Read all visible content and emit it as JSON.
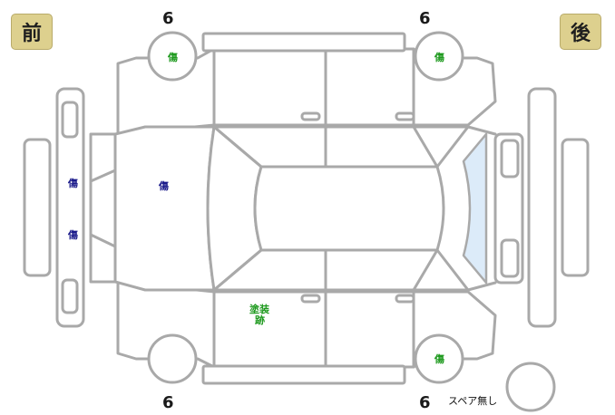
{
  "labels": {
    "front": "前",
    "rear": "後"
  },
  "tread_depth": {
    "front_left": "6",
    "front_right": "6",
    "rear_left": "6",
    "rear_right": "6"
  },
  "damage_marks": {
    "wheel_top_left": "傷",
    "wheel_top_right": "傷",
    "wheel_bottom_right": "傷",
    "front_bumper_upper": "傷",
    "front_bumper_lower": "傷",
    "hood": "傷",
    "rear_left_door_line1": "塗装",
    "rear_left_door_line2": "跡"
  },
  "spare_tire": {
    "label": "スペア無し"
  },
  "colors": {
    "badge": "#ddd08e",
    "outline": "#a9a9a9",
    "scratch_mark": "#1f9a1f",
    "dent_mark": "#1a1a8a",
    "glass_highlight": "#dcebf9"
  }
}
